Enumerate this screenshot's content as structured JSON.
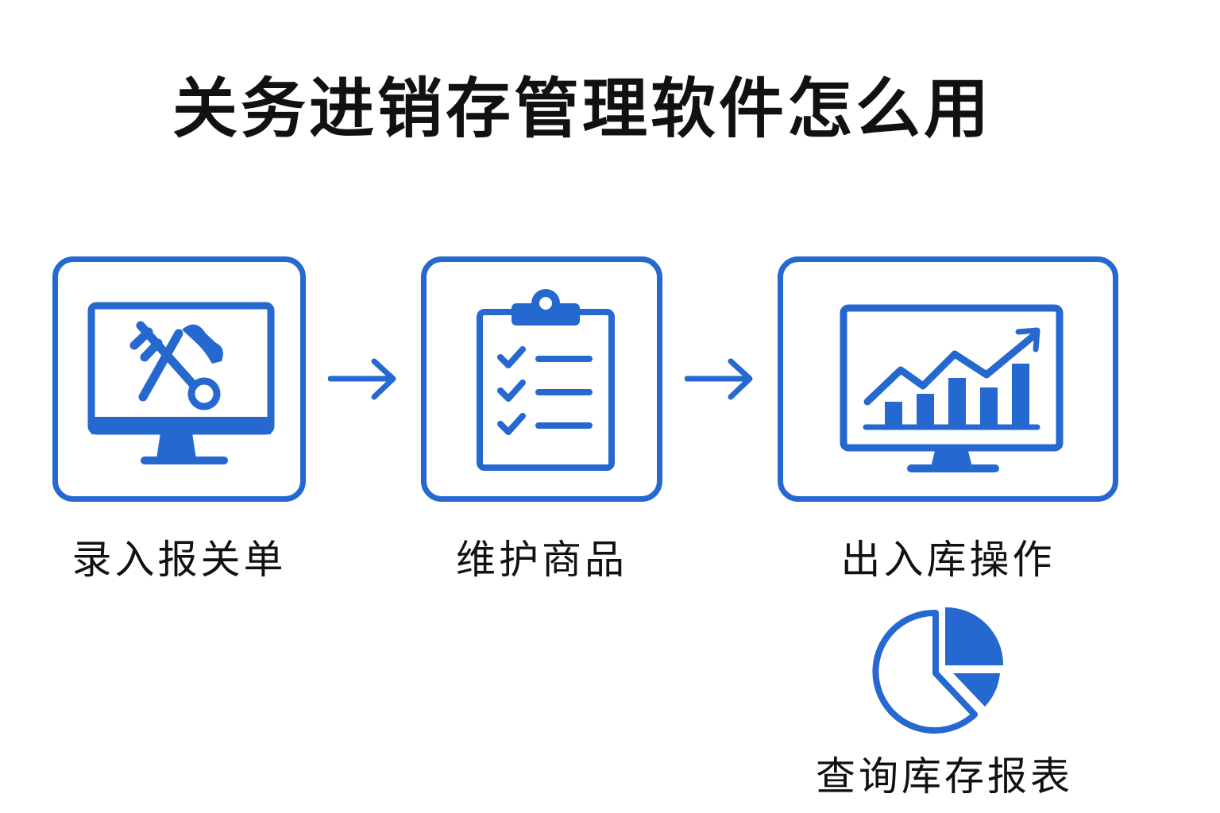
{
  "title": "关务进销存管理软件怎么用",
  "accent": "#2468d0",
  "steps": [
    {
      "label": "录入报关单",
      "icon": "monitor-tools-icon"
    },
    {
      "label": "维护商品",
      "icon": "clipboard-checklist-icon"
    },
    {
      "label": "出入库操作",
      "icon": "monitor-chart-icon"
    },
    {
      "label": "查询库存报表",
      "icon": "pie-chart-icon"
    }
  ]
}
